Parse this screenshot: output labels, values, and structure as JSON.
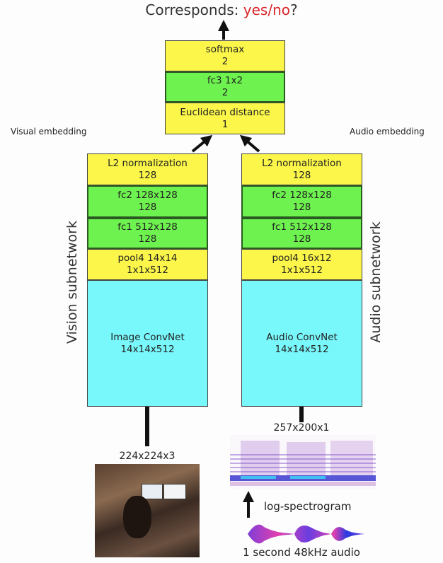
{
  "title": {
    "prefix": "Corresponds: ",
    "answer": "yes/no",
    "suffix": "?"
  },
  "head": [
    {
      "name": "softmax",
      "size": "2"
    },
    {
      "name": "fc3 1x2",
      "size": "2"
    },
    {
      "name": "Euclidean distance",
      "size": "1"
    }
  ],
  "labels": {
    "visual_embedding": "Visual embedding",
    "audio_embedding": "Audio embedding",
    "vision_subnetwork": "Vision subnetwork",
    "audio_subnetwork": "Audio subnetwork"
  },
  "vision": [
    {
      "name": "L2 normalization",
      "size": "128"
    },
    {
      "name": "fc2 128x128",
      "size": "128"
    },
    {
      "name": "fc1 512x128",
      "size": "128"
    },
    {
      "name": "pool4 14x14",
      "size": "1x1x512"
    },
    {
      "name": "Image ConvNet",
      "size": "14x14x512"
    }
  ],
  "audio": [
    {
      "name": "L2 normalization",
      "size": "128"
    },
    {
      "name": "fc2 128x128",
      "size": "128"
    },
    {
      "name": "fc1 512x128",
      "size": "128"
    },
    {
      "name": "pool4 16x12",
      "size": "1x1x512"
    },
    {
      "name": "Audio ConvNet",
      "size": "14x14x512"
    }
  ],
  "inputs": {
    "image_size": "224x224x3",
    "spectrogram_size": "257x200x1",
    "spectrogram_label": "log-spectrogram",
    "audio_label": "1 second 48kHz audio"
  }
}
